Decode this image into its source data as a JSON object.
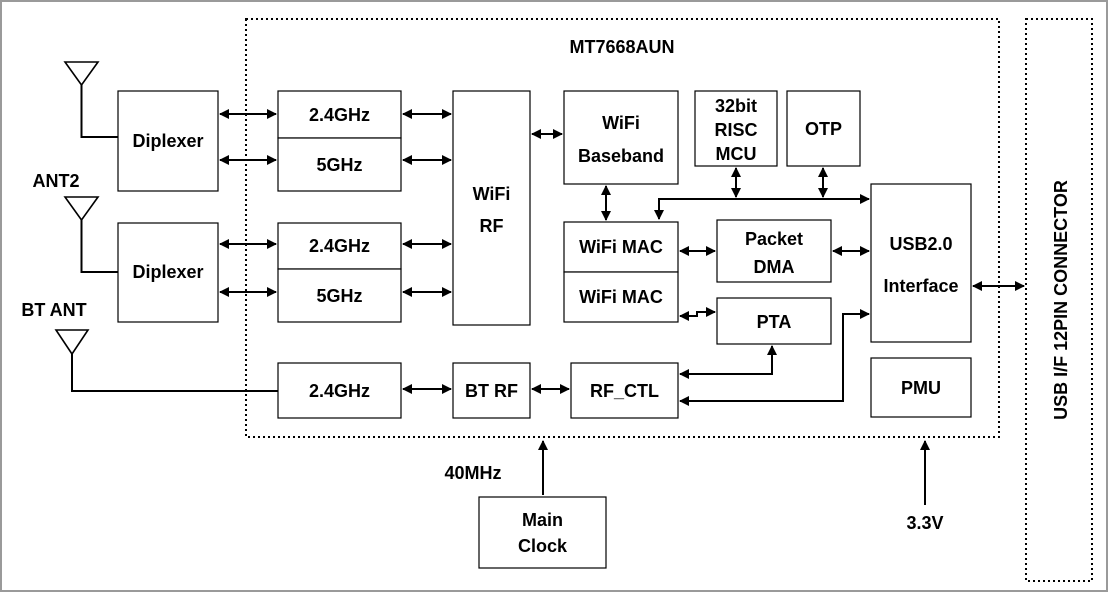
{
  "chip": {
    "title": "MT7668AUN"
  },
  "antennas": {
    "ant2": "ANT2",
    "bt_ant": "BT ANT"
  },
  "blocks": {
    "diplexer1": "Diplexer",
    "diplexer2": "Diplexer",
    "rf_24_a": "2.4GHz",
    "rf_5_a": "5GHz",
    "rf_24_b": "2.4GHz",
    "rf_5_b": "5GHz",
    "wifi_rf": [
      "WiFi",
      "RF"
    ],
    "wifi_baseband": [
      "WiFi",
      "Baseband"
    ],
    "risc_mcu": [
      "32bit",
      "RISC",
      "MCU"
    ],
    "otp": "OTP",
    "wifi_mac_1": "WiFi  MAC",
    "wifi_mac_2": "WiFi  MAC",
    "packet_dma": [
      "Packet",
      "DMA"
    ],
    "usb_interface": [
      "USB2.0",
      "Interface"
    ],
    "pta": "PTA",
    "bt_24": "2.4GHz",
    "bt_rf": "BT RF",
    "rf_ctl": "RF_CTL",
    "pmu": "PMU",
    "main_clock": [
      "Main",
      "Clock"
    ]
  },
  "signals": {
    "clock": "40MHz",
    "power": "3.3V"
  },
  "connector": {
    "label": "USB I/F 12PIN CONNECTOR"
  }
}
